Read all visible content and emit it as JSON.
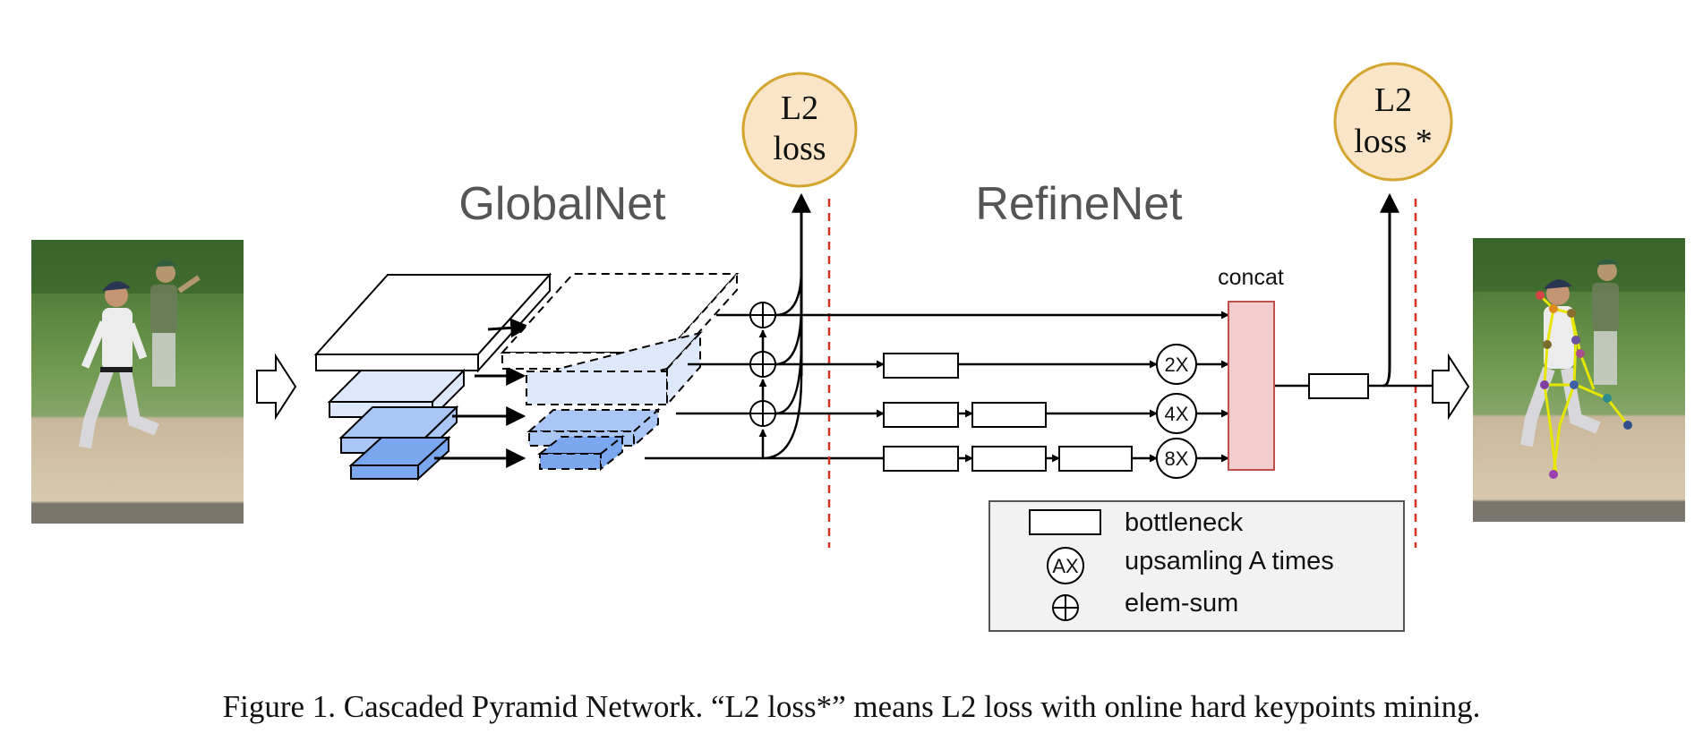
{
  "titles": {
    "globalnet": "GlobalNet",
    "refinenet": "RefineNet"
  },
  "loss_global": {
    "line1": "L2",
    "line2": "loss"
  },
  "loss_refine": {
    "line1": "L2",
    "line2": "loss *"
  },
  "concat_label": "concat",
  "upsample_labels": [
    "2X",
    "4X",
    "8X"
  ],
  "legend": {
    "bottleneck": "bottleneck",
    "upsampling_symbol": "AX",
    "upsampling": "upsamling A times",
    "elem_sum": "elem-sum"
  },
  "caption": "Figure 1. Cascaded Pyramid Network. “L2 loss*” means L2 loss with online hard keypoints mining.",
  "colors": {
    "loss_fill": "#fbe5c8",
    "loss_stroke": "#d4a52f",
    "concat_fill": "#f2cdd0",
    "concat_stroke": "#c0504d",
    "separator": "#d93025",
    "pyramid_light": "#dde8fb",
    "pyramid_mid": "#a9c6f6",
    "pyramid_dark": "#7aa7ef",
    "legend_fill": "#f2f2f2",
    "skeleton": "#e6e600"
  }
}
